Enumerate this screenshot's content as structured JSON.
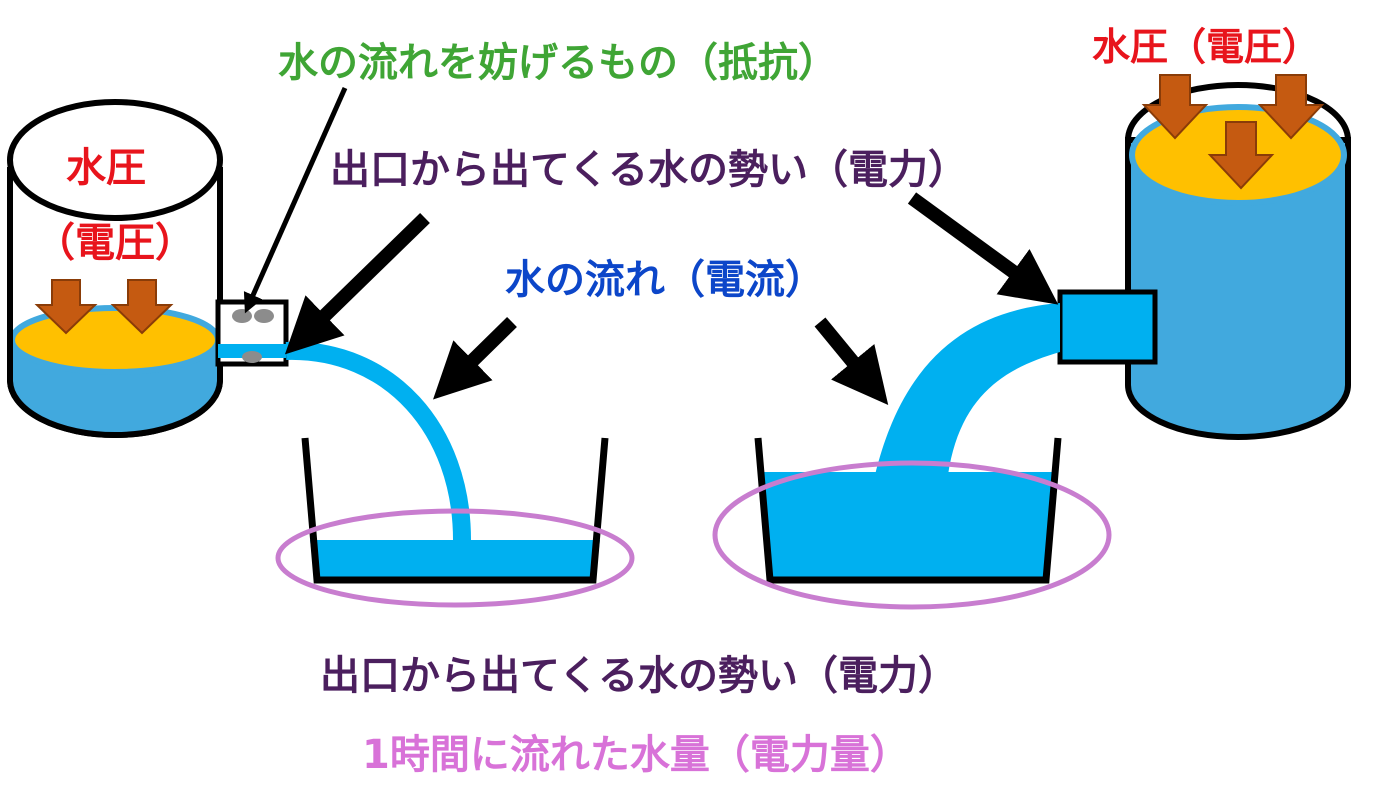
{
  "labels": {
    "left_pressure": "水圧",
    "left_voltage": "（電圧）",
    "right_pressure_voltage": "水圧（電圧）",
    "resistance": "水の流れを妨げるもの（抵抗）",
    "power_top": "出口から出てくる水の勢い（電力）",
    "current": "水の流れ（電流）",
    "power_bottom": "出口から出てくる水の勢い（電力）",
    "energy": "1時間に流れた水量（電力量）"
  },
  "colors": {
    "pressure_label": "#e8141c",
    "resistance_label": "#3fa535",
    "power_label": "#4b1f5e",
    "current_label": "#0c46c9",
    "energy_label": "#d872d8",
    "water": "#00b0f0",
    "tank_body": "#41a9de",
    "water_surface": "#ffc000",
    "pressure_arrow": "#c55a11",
    "highlight_ellipse": "#c87dcf"
  }
}
